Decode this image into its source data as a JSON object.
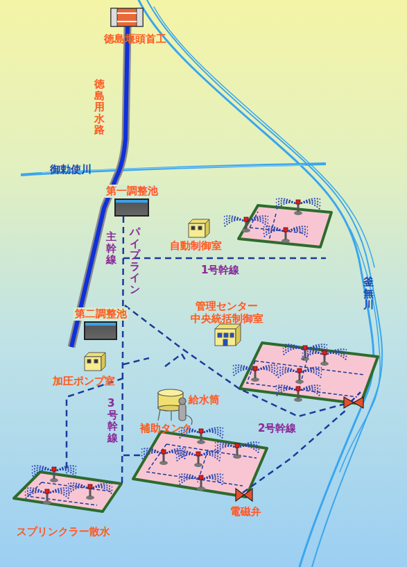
{
  "diagram": {
    "nodes": [
      {
        "text": [
          "第一調整池"
        ]
      },
      {
        "text": [
          "第二調整池"
        ]
      }
    ],
    "labels": [
      "徳島堰頭首工",
      "徳島用水路",
      "御勅使川",
      "パイプライン",
      "主幹線",
      "自動制御室",
      "1号幹線",
      "管理センター 中央統括制御室",
      "加圧ポンプ室",
      "3号幹線",
      "給水筒",
      "補助タンク",
      "2号幹線",
      "釜無川",
      "電磁弁",
      "スプリンクラー散水"
    ]
  }
}
